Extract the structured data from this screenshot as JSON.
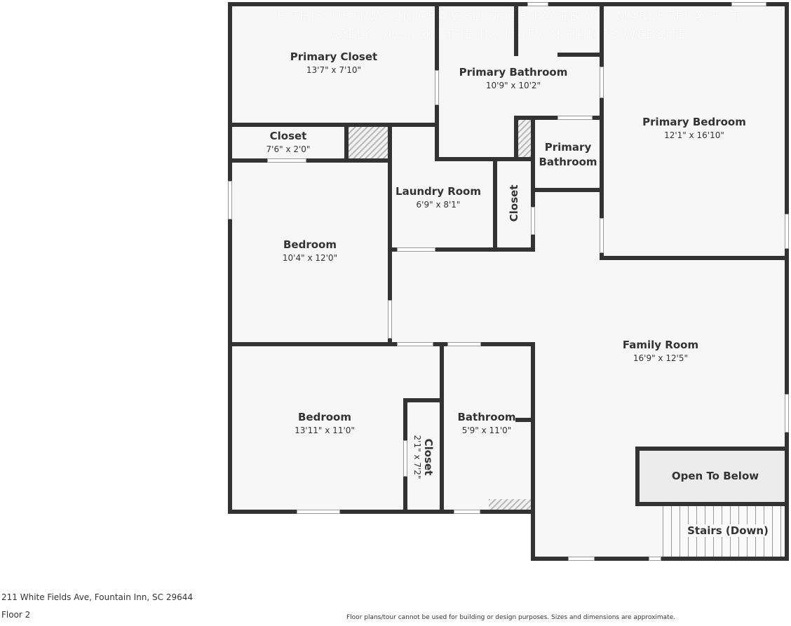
{
  "watermark": [
    "E THIS LISTING ON CRAIGSLIST OR FACEBOOK MARKETPLACE. T",
    "APPLY ONLY ON THE INVITATION HOMES WEBSITE"
  ],
  "rooms": [
    {
      "name": "Primary Closet",
      "dims": "13'7\" x 7'10\""
    },
    {
      "name": "Primary Bathroom",
      "dims": "10'9\" x 10'2\""
    },
    {
      "name": "Primary Bedroom",
      "dims": "12'1\" x 16'10\""
    },
    {
      "name": "Closet",
      "dims": "7'6\" x 2'0\""
    },
    {
      "name": "Primary Bathroom",
      "dims": ""
    },
    {
      "name": "Laundry Room",
      "dims": "6'9\" x 8'1\""
    },
    {
      "name": "Closet",
      "dims": ""
    },
    {
      "name": "Bedroom",
      "dims": "10'4\" x 12'0\""
    },
    {
      "name": "Family Room",
      "dims": "16'9\" x 12'5\""
    },
    {
      "name": "Bedroom",
      "dims": "13'11\" x 11'0\""
    },
    {
      "name": "Closet",
      "dims": "2'1\" x 7'2\""
    },
    {
      "name": "Bathroom",
      "dims": "5'9\" x 11'0\""
    },
    {
      "name": "Open To Below",
      "dims": ""
    },
    {
      "name": "Stairs (Down)",
      "dims": ""
    }
  ],
  "footer": {
    "address": "211 White Fields Ave, Fountain Inn, SC 29644",
    "floor": "Floor 2",
    "disclaimer": "Floor plans/tour cannot be used for building or design purposes. Sizes and dimensions are approximate."
  },
  "colors": {
    "wall": "#333333",
    "floor": "#f7f7f7"
  }
}
